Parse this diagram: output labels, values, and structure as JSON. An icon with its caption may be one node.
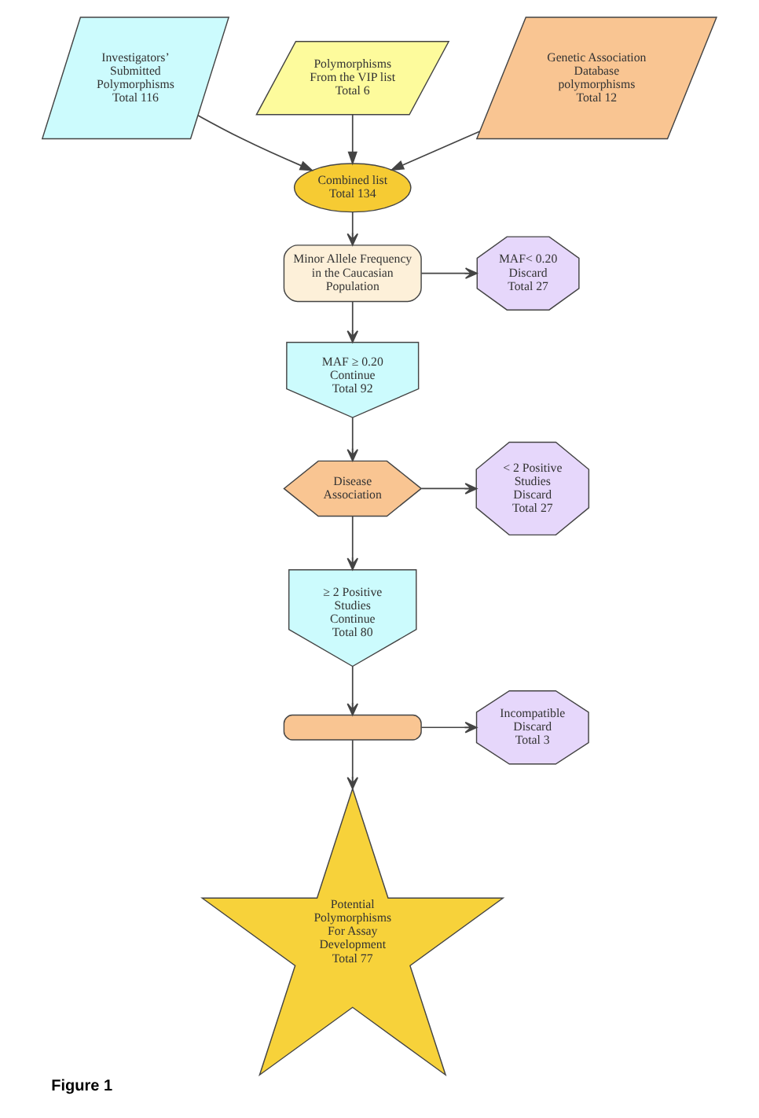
{
  "diagram": {
    "caption": "Figure 1",
    "nodes": [
      {
        "text": [
          "Investigators’ Submitted Polymorphisms",
          "Total 116"
        ]
      },
      {
        "text": [
          "Polymorphisms From the VIP list",
          "Total 6"
        ]
      },
      {
        "text": [
          "Genetic Association Database polymorphisms",
          "Total 12"
        ]
      },
      {
        "text": [
          "Combined list",
          "Total 134"
        ]
      },
      {
        "text": [
          "Minor Allele Frequency in the Caucasian Population"
        ]
      },
      {
        "text": [
          "MAF< 0.20 Discard Total 27"
        ]
      },
      {
        "text": [
          "MAF ≥ 0.20 Continue",
          "Total 92"
        ]
      },
      {
        "text": [
          "Disease Association"
        ]
      },
      {
        "text": [
          "< 2 Positive Studies Discard Total 27"
        ]
      },
      {
        "text": [
          "≥ 2 Positive Studies Continue",
          "Total 80"
        ]
      },
      {
        "text": [],
        "shape": "box"
      },
      {
        "text": [
          "Incompatible Discard Total 3"
        ]
      },
      {
        "text": [
          "Potential Polymorphisms For Assay Development Total 77"
        ]
      }
    ],
    "edges": [
      {
        "from": 0,
        "to": 3,
        "arrow": "to"
      },
      {
        "from": 1,
        "to": 3,
        "arrow": "to"
      },
      {
        "from": 2,
        "to": 3,
        "arrow": "to"
      },
      {
        "from": 3,
        "to": 4,
        "arrow": "to"
      },
      {
        "from": 4,
        "to": 5,
        "arrow": "to"
      },
      {
        "from": 4,
        "to": 6,
        "arrow": "to"
      },
      {
        "from": 6,
        "to": 7,
        "arrow": "to"
      },
      {
        "from": 7,
        "to": 8,
        "arrow": "to"
      },
      {
        "from": 7,
        "to": 9,
        "arrow": "to"
      },
      {
        "from": 9,
        "to": 10,
        "arrow": "to"
      },
      {
        "from": 10,
        "to": 11,
        "arrow": "to"
      },
      {
        "from": 10,
        "to": 12,
        "arrow": "to"
      }
    ]
  }
}
